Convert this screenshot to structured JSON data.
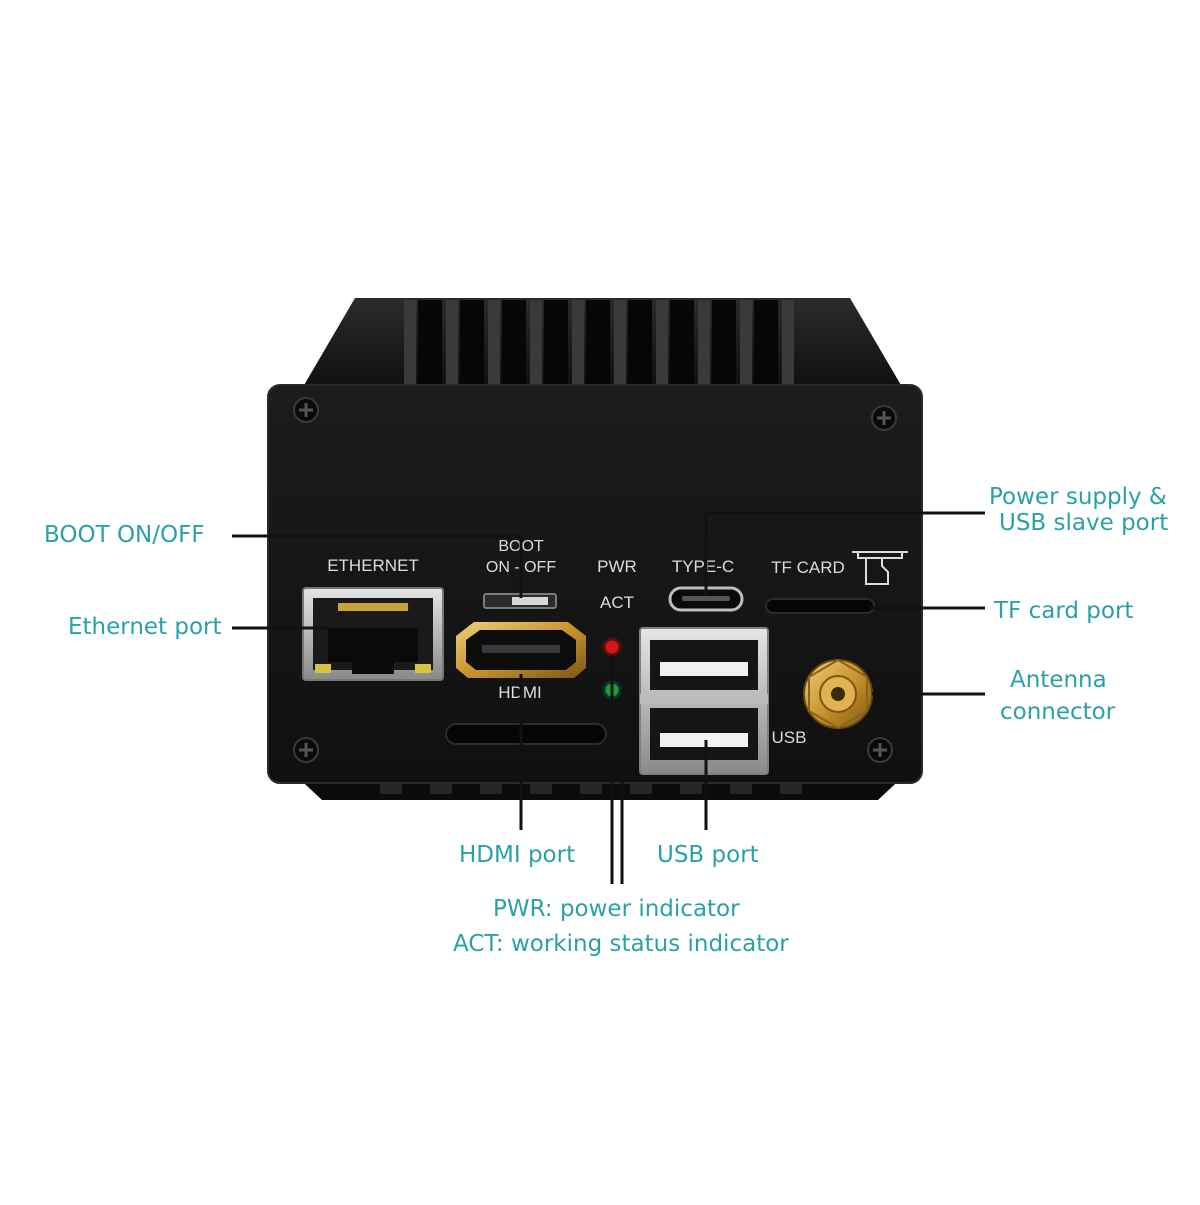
{
  "callouts": {
    "boot": "BOOT ON/OFF",
    "ethernet": "Ethernet port",
    "power_line1": "Power supply &",
    "power_line2": "USB slave port",
    "tf": "TF card port",
    "antenna_line1": "Antenna",
    "antenna_line2": "connector",
    "hdmi": "HDMI port",
    "usb": "USB port",
    "pwr": "PWR: power indicator",
    "act": "ACT: working status indicator"
  },
  "silkscreen": {
    "ethernet": "ETHERNET",
    "boot_line1": "BOOT",
    "boot_line2": "ON - OFF",
    "pwr": "PWR",
    "act": "ACT",
    "typec": "TYPE-C",
    "tfcard": "TF CARD",
    "hdmi": "HDMI",
    "usb": "USB"
  },
  "colors": {
    "callout_text": "#2aa1a6",
    "leader_line": "#111111",
    "enclosure": "#141414",
    "led_pwr": "#d01818",
    "led_act": "#18a040",
    "antenna_gold": "#c9952e"
  },
  "icons": [
    "screw-icon",
    "tf-card-icon"
  ]
}
